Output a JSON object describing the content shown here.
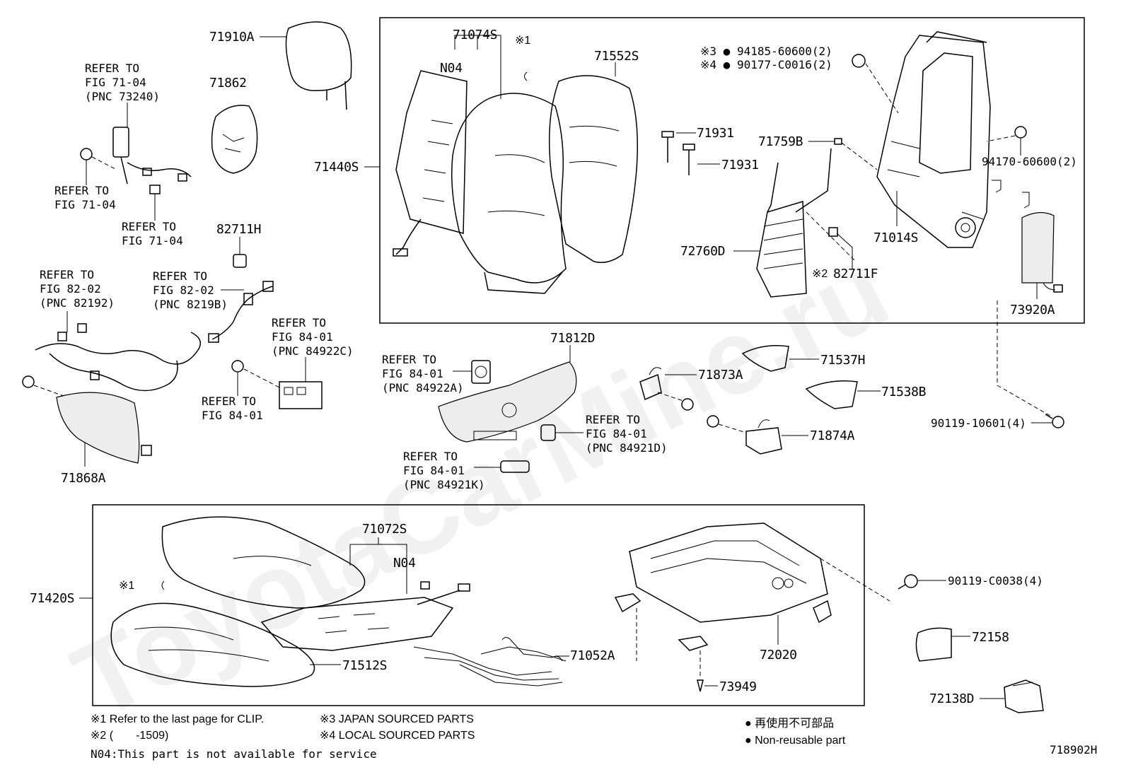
{
  "watermark": "ToyotaCarMine.ru",
  "figure_code": "718902H",
  "parts": {
    "p71910A": "71910A",
    "p71862": "71862",
    "p71074S": "71074S",
    "p71552S": "71552S",
    "p71440S": "71440S",
    "p71931a": "71931",
    "p71931b": "71931",
    "p71759B": "71759B",
    "p72760D": "72760D",
    "p82711F": "82711F",
    "p71014S": "71014S",
    "p94170": "94170-60600(2)",
    "p73920A": "73920A",
    "p82711H": "82711H",
    "p71812D": "71812D",
    "p71537H": "71537H",
    "p71873A": "71873A",
    "p71538B": "71538B",
    "p71874A": "71874A",
    "p90119_10601": "90119-10601(4)",
    "p71868A": "71868A",
    "p71072S": "71072S",
    "p71420S": "71420S",
    "p71512S": "71512S",
    "p71052A": "71052A",
    "p72020": "72020",
    "p73949": "73949",
    "p90119_C0038": "90119-C0038(4)",
    "p72158": "72158",
    "p72138D": "72138D",
    "n04_top": "N04",
    "n04_bottom": "N04",
    "mark1_top": "※1",
    "mark1_bottom": "※1",
    "mark2": "※2",
    "p94185": "※3 ● 94185-60600(2)",
    "p90177": "※4 ● 90177-C0016(2)"
  },
  "refs": {
    "r1": [
      "REFER TO",
      "FIG 71-04",
      "(PNC 73240)"
    ],
    "r2": [
      "REFER TO",
      "FIG 71-04"
    ],
    "r3": [
      "REFER TO",
      "FIG 71-04"
    ],
    "r4": [
      "REFER TO",
      "FIG 82-02",
      "(PNC 82192)"
    ],
    "r5": [
      "REFER TO",
      "FIG 82-02",
      "(PNC 8219B)"
    ],
    "r6": [
      "REFER TO",
      "FIG 84-01",
      "(PNC 84922C)"
    ],
    "r7": [
      "REFER TO",
      "FIG 84-01"
    ],
    "r8": [
      "REFER TO",
      "FIG 84-01",
      "(PNC 84922A)"
    ],
    "r9": [
      "REFER TO",
      "FIG 84-01",
      "(PNC 84921D)"
    ],
    "r10": [
      "REFER TO",
      "FIG 84-01",
      "(PNC 84921K)"
    ]
  },
  "footnotes": {
    "f1": "※1 Refer to the last page for CLIP.",
    "f2": "※2 (　　-1509)",
    "f3": "※3 JAPAN SOURCED PARTS",
    "f4": "※4 LOCAL SOURCED PARTS",
    "n04": "N04:This part is not available for service",
    "legend_jp": "● 再使用不可部品",
    "legend_en": "● Non-reusable part"
  }
}
